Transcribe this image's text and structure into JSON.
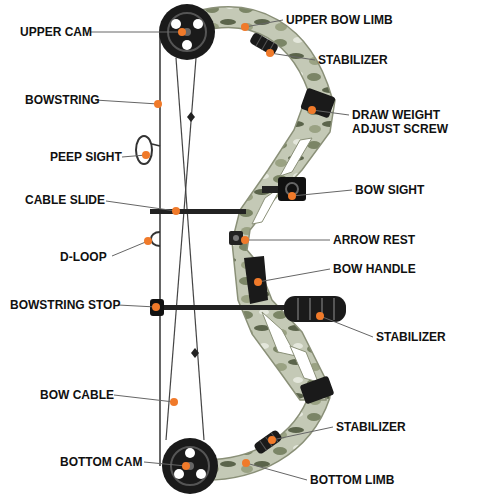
{
  "diagram": {
    "labels": [
      "UPPER BOW LIMB",
      "UPPER CAM",
      "STABILIZER",
      "BOWSTRING",
      "DRAW WEIGHT ADJUST SCREW",
      "PEEP SIGHT",
      "BOW SIGHT",
      "CABLE SLIDE",
      "ARROW REST",
      "D-LOOP",
      "BOW HANDLE",
      "BOWSTRING STOP",
      "STABILIZER",
      "BOW CABLE",
      "STABILIZER",
      "BOTTOM CAM",
      "BOTTOM LIMB"
    ]
  }
}
